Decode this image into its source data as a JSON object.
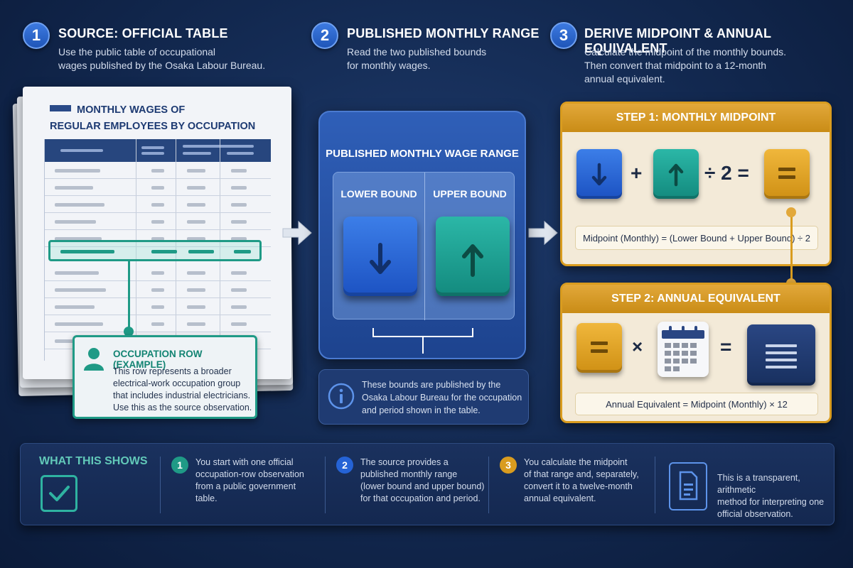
{
  "columns": [
    {
      "number": "1",
      "title": "SOURCE: OFFICIAL TABLE",
      "description_lines": [
        "Use the public table of occupational",
        "wages published by the Osaka Labour Bureau."
      ]
    },
    {
      "number": "2",
      "title": "PUBLISHED MONTHLY RANGE",
      "description_lines": [
        "Read the two published bounds",
        "for monthly wages."
      ]
    },
    {
      "number": "3",
      "title": "DERIVE MIDPOINT & ANNUAL EQUIVALENT",
      "description_lines": [
        "Calculate the midpoint of the monthly bounds.",
        "Then convert that midpoint to a 12-month",
        "annual equivalent."
      ]
    }
  ],
  "document": {
    "title_lines": [
      "MONTHLY WAGES OF",
      "REGULAR EMPLOYEES BY OCCUPATION"
    ]
  },
  "callout": {
    "title": "OCCUPATION ROW (EXAMPLE)",
    "lines": [
      "This row represents a broader",
      "electrical-work occupation group",
      "that includes industrial electricians.",
      "Use this as the source observation."
    ]
  },
  "range_card": {
    "title": "PUBLISHED MONTHLY WAGE RANGE",
    "lower_label": "LOWER BOUND",
    "upper_label": "UPPER BOUND"
  },
  "info_box": {
    "lines": [
      "These bounds are published by the",
      "Osaka Labour Bureau for the occupation",
      "and period shown in the table."
    ]
  },
  "step1": {
    "title": "STEP 1: MONTHLY MIDPOINT",
    "plus": "+",
    "divide": "÷ 2 =",
    "formula": "Midpoint (Monthly) = (Lower Bound + Upper Bound) ÷ 2"
  },
  "step2": {
    "title": "STEP 2: ANNUAL EQUIVALENT",
    "times": "×",
    "equals": "=",
    "formula": "Annual Equivalent = Midpoint (Monthly) × 12"
  },
  "bottom": {
    "heading": "WHAT THIS SHOWS",
    "items": [
      {
        "number": "1",
        "lines": [
          "You start with one official",
          "occupation-row observation",
          "from a public government",
          "table."
        ]
      },
      {
        "number": "2",
        "lines": [
          "The source provides a",
          "published monthly range",
          "(lower bound and upper bound)",
          "for that occupation and period."
        ]
      },
      {
        "number": "3",
        "lines": [
          "You calculate the midpoint",
          "of that range and, separately,",
          "convert it to a twelve-month",
          "annual equivalent."
        ]
      }
    ],
    "summary_lines": [
      "This is a transparent, arithmetic",
      "method for interpreting one",
      "official observation."
    ]
  },
  "colors": {
    "background": "#12284f",
    "blue": "#2563d6",
    "teal": "#1f9a86",
    "gold": "#d99c1f",
    "navy": "#1d3a72"
  }
}
